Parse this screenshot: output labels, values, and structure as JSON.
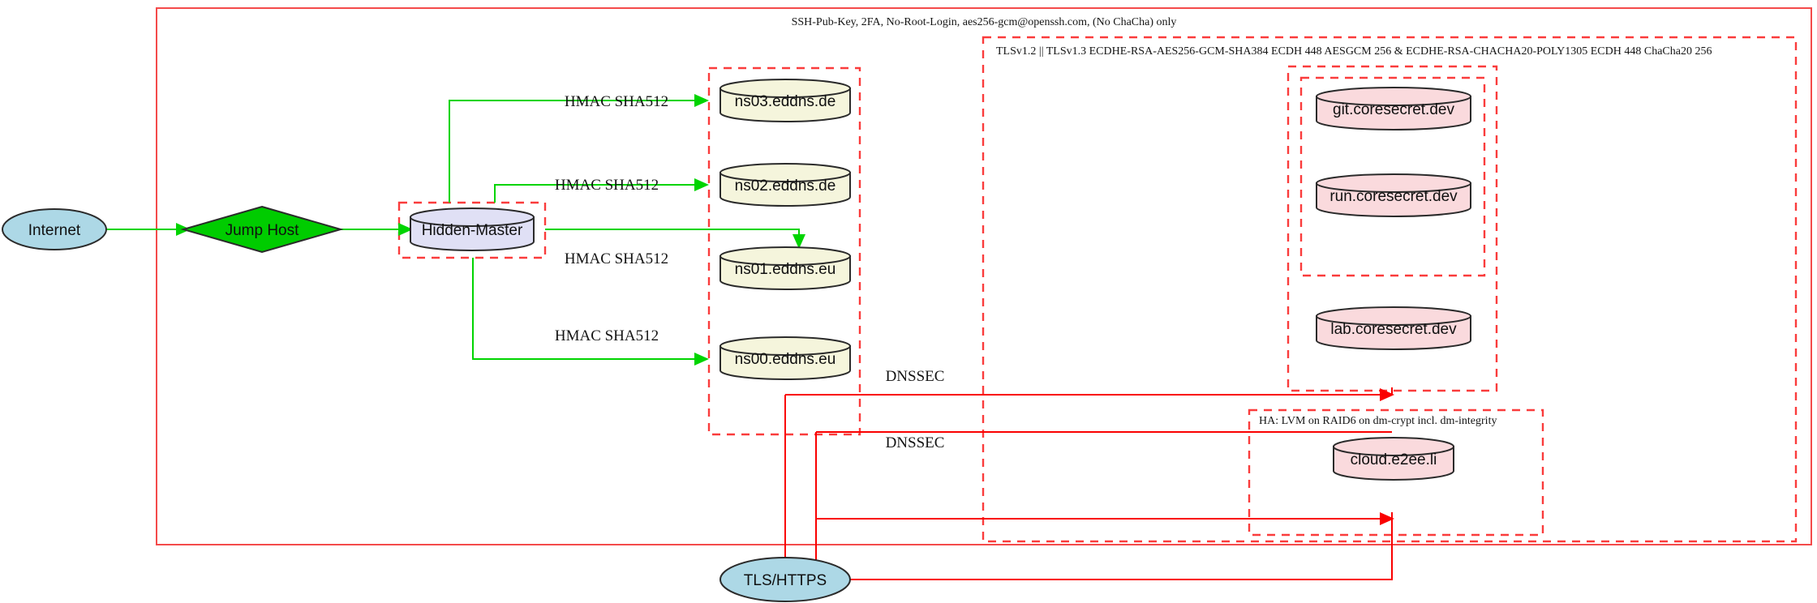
{
  "diagram": {
    "title": "Network security topology diagram",
    "colors": {
      "ellipse_fill": "#add8e6",
      "diamond_fill": "#00cc00",
      "dns_cylinder_fill": "#f5f5dc",
      "master_cylinder_fill": "#e0e0f5",
      "service_cylinder_fill": "#fadadd",
      "green_edge": "#00d400",
      "red_edge": "#fa0000",
      "red_dashed_border": "#fa3c3c",
      "red_solid_border": "#f44a4a"
    }
  },
  "clusters": {
    "ssh": {
      "label": "SSH-Pub-Key, 2FA, No-Root-Login, aes256-gcm@openssh.com, (No ChaCha) only"
    },
    "tls": {
      "label": "TLSv1.2 || TLSv1.3 ECDHE-RSA-AES256-GCM-SHA384 ECDH 448 AESGCM 256 & ECDHE-RSA-CHACHA20-POLY1305 ECDH 448 ChaCha20 256"
    },
    "ha": {
      "label": "HA: LVM on RAID6 on dm-crypt incl. dm-integrity"
    }
  },
  "nodes": {
    "internet": {
      "label": "Internet",
      "shape": "ellipse"
    },
    "jump_host": {
      "label": "Jump Host",
      "shape": "diamond"
    },
    "hidden_master": {
      "label": "Hidden-Master",
      "shape": "cylinder"
    },
    "ns03": {
      "label": "ns03.eddns.de",
      "shape": "cylinder"
    },
    "ns02": {
      "label": "ns02.eddns.de",
      "shape": "cylinder"
    },
    "ns01": {
      "label": "ns01.eddns.eu",
      "shape": "cylinder"
    },
    "ns00": {
      "label": "ns00.eddns.eu",
      "shape": "cylinder"
    },
    "git": {
      "label": "git.coresecret.dev",
      "shape": "cylinder"
    },
    "run": {
      "label": "run.coresecret.dev",
      "shape": "cylinder"
    },
    "lab": {
      "label": "lab.coresecret.dev",
      "shape": "cylinder"
    },
    "cloud": {
      "label": "cloud.e2ee.li",
      "shape": "cylinder"
    },
    "tls_https": {
      "label": "TLS/HTTPS",
      "shape": "ellipse"
    }
  },
  "edge_labels": {
    "hmac_ns03": "HMAC SHA512",
    "hmac_ns02": "HMAC SHA512",
    "hmac_ns01": "HMAC SHA512",
    "hmac_ns00": "HMAC SHA512",
    "dnssec_upper": "DNSSEC",
    "dnssec_lower": "DNSSEC"
  },
  "chart_data": {
    "type": "diagram",
    "title": "Network security topology diagram",
    "nodes": [
      {
        "id": "internet",
        "label": "Internet",
        "shape": "ellipse",
        "fill": "#add8e6"
      },
      {
        "id": "jump_host",
        "label": "Jump Host",
        "shape": "diamond",
        "fill": "#00cc00"
      },
      {
        "id": "hidden_master",
        "label": "Hidden-Master",
        "shape": "cylinder",
        "fill": "#e0e0f5"
      },
      {
        "id": "ns03",
        "label": "ns03.eddns.de",
        "shape": "cylinder",
        "fill": "#f5f5dc"
      },
      {
        "id": "ns02",
        "label": "ns02.eddns.de",
        "shape": "cylinder",
        "fill": "#f5f5dc"
      },
      {
        "id": "ns01",
        "label": "ns01.eddns.eu",
        "shape": "cylinder",
        "fill": "#f5f5dc"
      },
      {
        "id": "ns00",
        "label": "ns00.eddns.eu",
        "shape": "cylinder",
        "fill": "#f5f5dc"
      },
      {
        "id": "git",
        "label": "git.coresecret.dev",
        "shape": "cylinder",
        "fill": "#fadadd"
      },
      {
        "id": "run",
        "label": "run.coresecret.dev",
        "shape": "cylinder",
        "fill": "#fadadd"
      },
      {
        "id": "lab",
        "label": "lab.coresecret.dev",
        "shape": "cylinder",
        "fill": "#fadadd"
      },
      {
        "id": "cloud",
        "label": "cloud.e2ee.li",
        "shape": "cylinder",
        "fill": "#fadadd"
      },
      {
        "id": "tls_https",
        "label": "TLS/HTTPS",
        "shape": "ellipse",
        "fill": "#add8e6"
      }
    ],
    "edges": [
      {
        "from": "internet",
        "to": "jump_host",
        "label": "",
        "color": "#00d400"
      },
      {
        "from": "jump_host",
        "to": "hidden_master",
        "label": "",
        "color": "#00d400"
      },
      {
        "from": "hidden_master",
        "to": "ns03",
        "label": "HMAC SHA512",
        "color": "#00d400"
      },
      {
        "from": "hidden_master",
        "to": "ns02",
        "label": "HMAC SHA512",
        "color": "#00d400"
      },
      {
        "from": "hidden_master",
        "to": "ns01",
        "label": "HMAC SHA512",
        "color": "#00d400"
      },
      {
        "from": "hidden_master",
        "to": "ns00",
        "label": "HMAC SHA512",
        "color": "#00d400"
      },
      {
        "from": "tls_https",
        "to": "git_run_lab_cluster",
        "label": "DNSSEC",
        "color": "#fa0000"
      },
      {
        "from": "tls_https",
        "to": "cloud",
        "label": "DNSSEC",
        "color": "#fa0000"
      }
    ],
    "clusters": [
      {
        "id": "ssh",
        "label": "SSH-Pub-Key, 2FA, No-Root-Login, aes256-gcm@openssh.com, (No ChaCha) only",
        "style": "solid-red"
      },
      {
        "id": "tls",
        "label": "TLSv1.2 || TLSv1.3 ECDHE-RSA-AES256-GCM-SHA384 ECDH 448 AESGCM 256 & ECDHE-RSA-CHACHA20-POLY1305 ECDH 448 ChaCha20 256",
        "style": "dashed-red"
      },
      {
        "id": "ha",
        "label": "HA: LVM on RAID6 on dm-crypt incl. dm-integrity",
        "style": "dashed-red"
      }
    ]
  }
}
